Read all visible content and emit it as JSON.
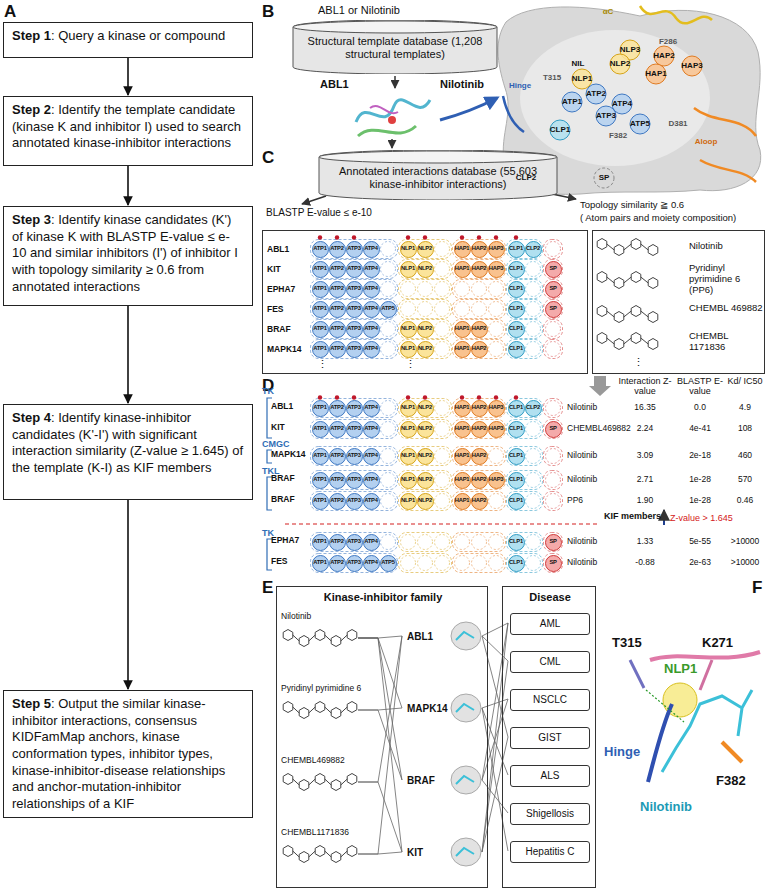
{
  "diagram": {
    "nodes": [
      {
        "text": [
          "Step 1",
          ": Query a kinase or compound"
        ]
      },
      {
        "text": [
          "Step 2",
          ": Identify the template candidate (kinase K and inhibitor I) used to search annotated kinase-inhibitor interactions"
        ]
      },
      {
        "text": [
          "Step 3",
          ": Identify kinase candidates (K') of kinase K with BLASTP E-value ≤ e-10 and similar inhibitors (I') of inhibitor I with topology similarity ≥ 0.6 from annotated interactions"
        ]
      },
      {
        "text": [
          "Step 4",
          ": Identify kinase-inhibitor candidates (K'-I') with significant interaction similarity (Z-value ≥ 1.645) of the template (K-I) as KIF members"
        ]
      },
      {
        "text": [
          "Step 5",
          ": Output the similar kinase-inhibitor interactions, consensus KIDFamMap anchors, kinase conformation types, inhibitor types, kinase-inhibitor-disease relationships and anchor-mutation-inhibitor relationships of a KIF"
        ]
      },
      {
        "text": [
          "Structural template database (1,208 structural templates)"
        ]
      },
      {
        "text": [
          "Annotated interactions database (55,603 kinase-inhibitor interactions)"
        ]
      },
      {
        "text": [
          "ABL1",
          "KIT",
          "EPHA7",
          "FES",
          "BRAF",
          "MAPK14",
          "⋮",
          "⋮"
        ]
      },
      {
        "text": [
          "Nilotinib",
          "Pyridinyl pyrimidine 6 (PP6)",
          "CHEMBL 469882",
          "CHEMBL 1171836",
          "⋮"
        ]
      },
      {
        "text": [
          "Kinase-inhibitor family",
          "Nilotinib",
          "Pyridinyl pyrimidine 6",
          "CHEMBL469882",
          "CHEMBL1171836",
          "ABL1",
          "MAPK14",
          "BRAF",
          "KIT"
        ]
      },
      {
        "text": [
          "Disease"
        ]
      },
      {
        "text": [
          "AML"
        ],
        "in": 10
      },
      {
        "text": [
          "CML"
        ],
        "in": 10
      },
      {
        "text": [
          "NSCLC"
        ],
        "in": 10
      },
      {
        "text": [
          "GIST"
        ],
        "in": 10
      },
      {
        "text": [
          "ALS"
        ],
        "in": 10
      },
      {
        "text": [
          "Shigellosis"
        ],
        "in": 10
      },
      {
        "text": [
          "Hepatitis C"
        ],
        "in": 10
      }
    ],
    "edges": [
      {
        "from": 0,
        "to": 1,
        "arrow": "to"
      },
      {
        "from": 1,
        "to": 2,
        "arrow": "to"
      },
      {
        "from": 2,
        "to": 3,
        "arrow": "to"
      },
      {
        "from": 3,
        "to": 4,
        "arrow": "to"
      }
    ],
    "labels": [
      "A",
      "B",
      "ABL1 or Nilotinib",
      "ABL1",
      "Nilotinib",
      "αC",
      "F286",
      "NLP3",
      "NIL",
      "NLP2",
      "HAP2",
      "HAP3",
      "HAP1",
      "T315",
      "NLP1",
      "Hinge",
      "ATP2",
      "ATP1",
      "ATP4",
      "ATP3",
      "ATP5",
      "D381",
      "F382",
      "CLP1",
      "Aloop",
      "CLP2",
      "SP",
      "C",
      "BLASTP E-value ≤ e-10",
      "Topology similarity ≧ 0.6",
      "( Atom pairs and moiety composition)",
      "ATP1",
      "ATP2",
      "ATP3",
      "ATP4",
      "NLP1",
      "NLP2",
      "HAP1",
      "HAP2",
      "HAP3",
      "CLP1",
      "CLP2",
      "ATP1",
      "ATP2",
      "ATP3",
      "ATP4",
      "NLP1",
      "NLP2",
      "HAP1",
      "HAP2",
      "HAP3",
      "CLP1",
      "SP",
      "ATP1",
      "ATP2",
      "ATP3",
      "ATP4",
      "CLP1",
      "SP",
      "ATP1",
      "ATP2",
      "ATP3",
      "ATP4",
      "ATP5",
      "CLP1",
      "SP",
      "ATP1",
      "ATP2",
      "ATP3",
      "ATP4",
      "NLP1",
      "NLP2",
      "HAP1",
      "HAP2",
      "CLP1",
      "ATP1",
      "ATP2",
      "ATP3",
      "ATP4",
      "NLP1",
      "NLP2",
      "HAP1",
      "HAP2",
      "CLP1",
      "D",
      "Interaction Z-value",
      "BLASTP E-value",
      "Kd/ IC50",
      "TK",
      "ABL1",
      "ATP1",
      "ATP2",
      "ATP3",
      "ATP4",
      "NLP1",
      "NLP2",
      "HAP1",
      "HAP2",
      "HAP3",
      "CLP1",
      "CLP2",
      "Nilotinib",
      "16.35",
      "0.0",
      "4.9",
      "KIT",
      "ATP1",
      "ATP2",
      "ATP3",
      "ATP4",
      "NLP1",
      "NLP2",
      "HAP1",
      "HAP2",
      "HAP3",
      "CLP1",
      "SP",
      "CHEMBL469882",
      "2.24",
      "4e-41",
      "108",
      "CMGC",
      "MAPK14",
      "ATP1",
      "ATP2",
      "ATP3",
      "ATP4",
      "NLP1",
      "NLP2",
      "HAP1",
      "HAP2",
      "CLP1",
      "Nilotinib",
      "3.09",
      "2e-18",
      "460",
      "TKL",
      "BRAF",
      "ATP1",
      "ATP2",
      "ATP3",
      "ATP4",
      "NLP1",
      "NLP2",
      "HAP1",
      "HAP2",
      "HAP3",
      "CLP1",
      "Nilotinib",
      "2.71",
      "1e-28",
      "570",
      "BRAF",
      "ATP1",
      "ATP2",
      "ATP3",
      "ATP4",
      "NLP1",
      "NLP2",
      "HAP1",
      "HAP2",
      "CLP1",
      "PP6",
      "1.90",
      "1e-28",
      "0.46",
      "KIF members",
      "Z-value > 1.645",
      "TK",
      "EPHA7",
      "ATP1",
      "ATP2",
      "ATP3",
      "ATP4",
      "CLP1",
      "SP",
      "Nilotinib",
      "1.33",
      "5e-55",
      ">10000",
      "FES",
      "ATP1",
      "ATP2",
      "ATP3",
      "ATP4",
      "ATP5",
      "CLP1",
      "SP",
      "Nilotinib",
      "-0.88",
      "2e-63",
      ">10000",
      "E",
      "F",
      "T315",
      "K271",
      "NLP1",
      "Hinge",
      "Nilotinib",
      "F382"
    ]
  }
}
